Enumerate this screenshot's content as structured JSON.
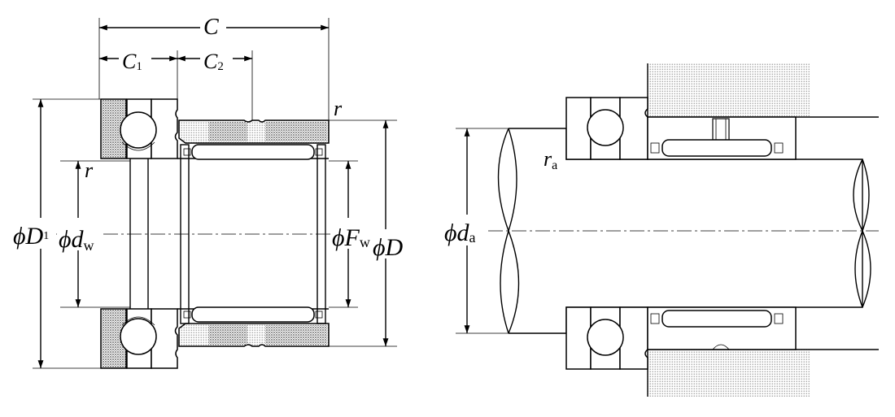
{
  "labels": {
    "C": "C",
    "C1": {
      "main": "C",
      "sub": "1"
    },
    "C2": {
      "main": "C",
      "sub": "2"
    },
    "r_top": "r",
    "r_left": "r",
    "D1": {
      "prefix": "ϕ",
      "main": "D",
      "sub": "1"
    },
    "dw": {
      "prefix": "ϕ",
      "main": "d",
      "sub": "w"
    },
    "Fw": {
      "prefix": "ϕ",
      "main": "F",
      "sub": "w"
    },
    "D": {
      "prefix": "ϕ",
      "main": "D"
    },
    "ra": {
      "main": "r",
      "sub": "a"
    },
    "da": {
      "prefix": "ϕ",
      "main": "d",
      "sub": "a"
    }
  },
  "colors": {
    "stroke": "#000000",
    "hatch_dense": "#5a5a5a",
    "hatch_light": "#bdbdbd",
    "housing": "#d8d8d8"
  }
}
